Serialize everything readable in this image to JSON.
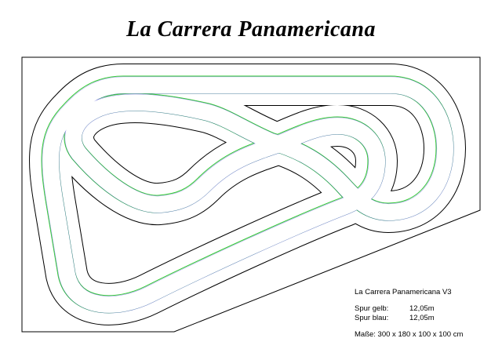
{
  "title": "La Carrera Panamericana",
  "info": {
    "name": "La Carrera Panamericana V3",
    "lanes": [
      {
        "label": "Spur gelb:",
        "value": "12,05m"
      },
      {
        "label": "Spur blau:",
        "value": "12,05m"
      }
    ],
    "dimensions": "Maße: 300 x 180 x 100 x 100 cm"
  },
  "colors": {
    "lane_a": "#33cc33",
    "lane_b": "#3333cc",
    "track_edge": "#000000",
    "frame": "#000000"
  }
}
